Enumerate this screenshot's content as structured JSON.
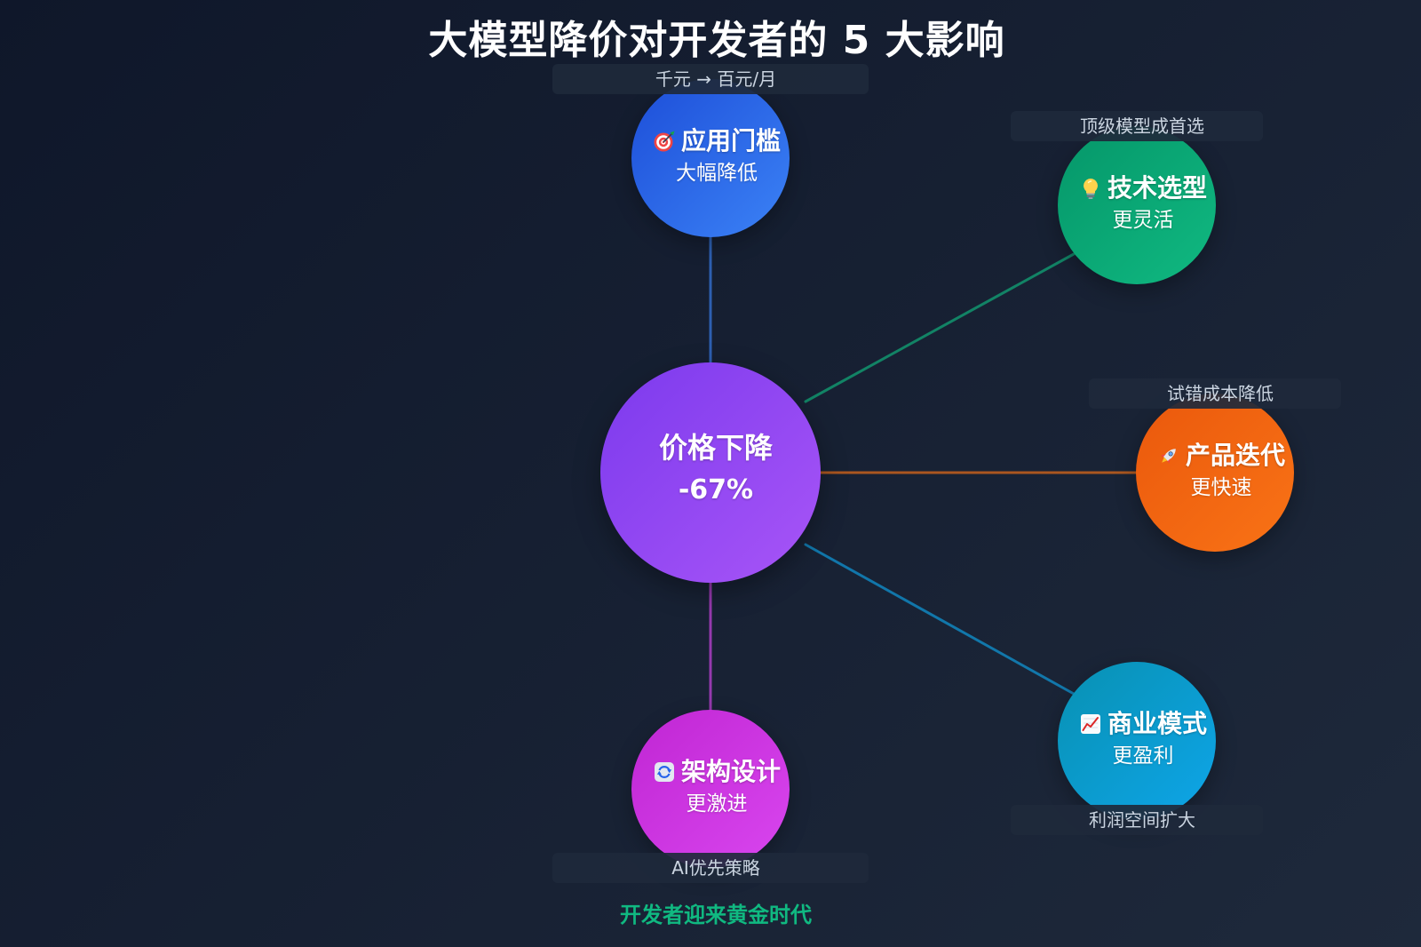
{
  "title": "大模型降价对开发者的 5 大影响",
  "center": {
    "title": "价格下降",
    "value": "-67%",
    "color_from": "#7c3aed",
    "color_to": "#a855f7"
  },
  "nodes": [
    {
      "icon": "direct-hit-target-icon",
      "title": "应用门槛",
      "subtitle": "大幅降低",
      "note": "千元 → 百元/月",
      "color_from": "#1d4ed8",
      "color_to": "#3b82f6"
    },
    {
      "icon": "light-bulb-icon",
      "title": "技术选型",
      "subtitle": "更灵活",
      "note": "顶级模型成首选",
      "color_from": "#059669",
      "color_to": "#10b981"
    },
    {
      "icon": "rocket-icon",
      "title": "产品迭代",
      "subtitle": "更快速",
      "note": "试错成本降低",
      "color_from": "#ea580c",
      "color_to": "#f97316"
    },
    {
      "icon": "chart-increasing-icon",
      "title": "商业模式",
      "subtitle": "更盈利",
      "note": "利润空间扩大",
      "color_from": "#0891b2",
      "color_to": "#0ea5e9"
    },
    {
      "icon": "anticlockwise-arrows-icon",
      "title": "架构设计",
      "subtitle": "更激进",
      "note": "AI优先策略",
      "color_from": "#c026d3",
      "color_to": "#d946ef"
    }
  ],
  "footer": "开发者迎来黄金时代",
  "colors": {
    "background_from": "#0f172a",
    "background_to": "#1e293b",
    "title_text": "#ffffff",
    "note_text": "#cbd5e1",
    "footer_text": "#10b981"
  }
}
